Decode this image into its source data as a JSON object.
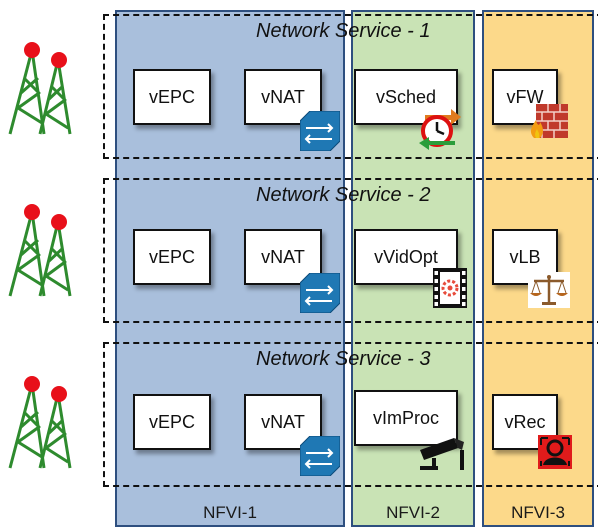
{
  "nfvi": [
    {
      "label": "NFVI-1",
      "color": "#a9bfdc"
    },
    {
      "label": "NFVI-2",
      "color": "#c9e3b5"
    },
    {
      "label": "NFVI-3",
      "color": "#fcd98a"
    }
  ],
  "services": [
    {
      "title": "Network Service - 1",
      "vnfs": [
        "vEPC",
        "vNAT",
        "vSched",
        "vFW"
      ]
    },
    {
      "title": "Network Service - 2",
      "vnfs": [
        "vEPC",
        "vNAT",
        "vVidOpt",
        "vLB"
      ]
    },
    {
      "title": "Network Service - 3",
      "vnfs": [
        "vEPC",
        "vNAT",
        "vImProc",
        "vRec"
      ]
    }
  ],
  "icons": {
    "ns1": [
      "switch-icon",
      "scheduler-clock-icon",
      "firewall-icon"
    ],
    "ns2": [
      "switch-icon",
      "video-film-icon",
      "balance-scale-icon"
    ],
    "ns3": [
      "switch-icon",
      "security-camera-icon",
      "face-recognition-icon"
    ],
    "left": [
      "cell-tower-icon",
      "cell-tower-icon",
      "cell-tower-icon"
    ]
  }
}
